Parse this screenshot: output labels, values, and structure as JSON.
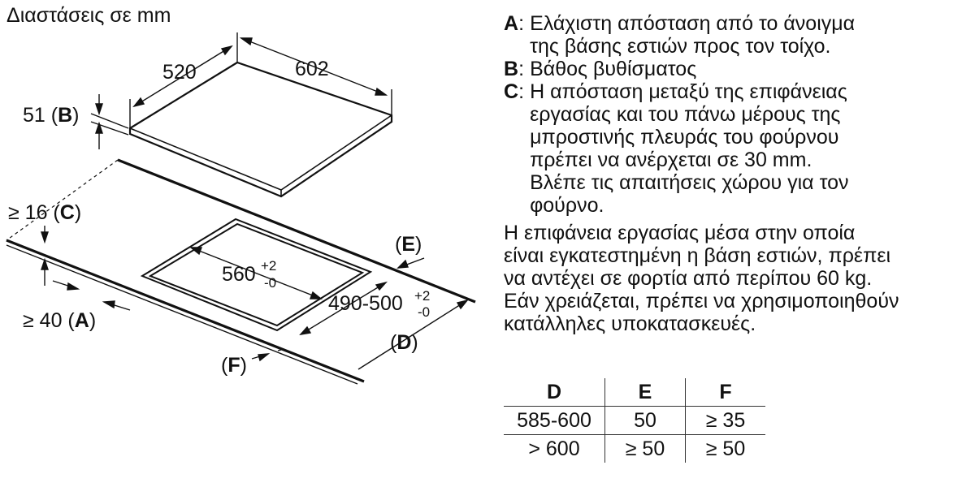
{
  "title": "Διαστάσεις σε mm",
  "diagram_labels": {
    "width": "520",
    "depth": "602",
    "b_value": "51",
    "b_letter": "B",
    "c_value": "≥ 16",
    "c_letter": "C",
    "a_value": "≥ 40",
    "a_letter": "A",
    "cutout_width": "560",
    "cutout_width_tol_up": "+2",
    "cutout_width_tol_down": "-0",
    "cutout_depth": "490-500",
    "cutout_depth_tol_up": "+2",
    "cutout_depth_tol_down": "-0",
    "e_label": "E",
    "d_label": "D",
    "f_label": "F"
  },
  "definitions": [
    {
      "key": "A",
      "lines": [
        "Ελάχιστη απόσταση από το άνοιγμα",
        "της βάσης εστιών προς τον τοίχο."
      ]
    },
    {
      "key": "B",
      "lines": [
        "Βάθος βυθίσματος"
      ]
    },
    {
      "key": "C",
      "lines": [
        "Η απόσταση μεταξύ της επιφάνειας",
        "εργασίας και του πάνω μέρους της",
        "μπροστινής πλευράς του φούρνου",
        "πρέπει να ανέρχεται σε 30 mm.",
        "Βλέπε τις απαιτήσεις χώρου για τον",
        "φούρνο."
      ]
    }
  ],
  "note_lines": [
    "Η επιφάνεια εργασίας μέσα στην οποία",
    "είναι εγκατεστημένη η βάση εστιών, πρέπει",
    "να αντέχει σε φορτία από περίπου 60 kg.",
    "Εάν χρειάζεται, πρέπει να χρησιμοποιηθούν",
    "κατάλληλες υποκατασκευές."
  ],
  "table": {
    "headers": [
      "D",
      "E",
      "F"
    ],
    "rows": [
      [
        "585-600",
        "50",
        "≥ 35"
      ],
      [
        "> 600",
        "≥ 50",
        "≥ 50"
      ]
    ]
  }
}
